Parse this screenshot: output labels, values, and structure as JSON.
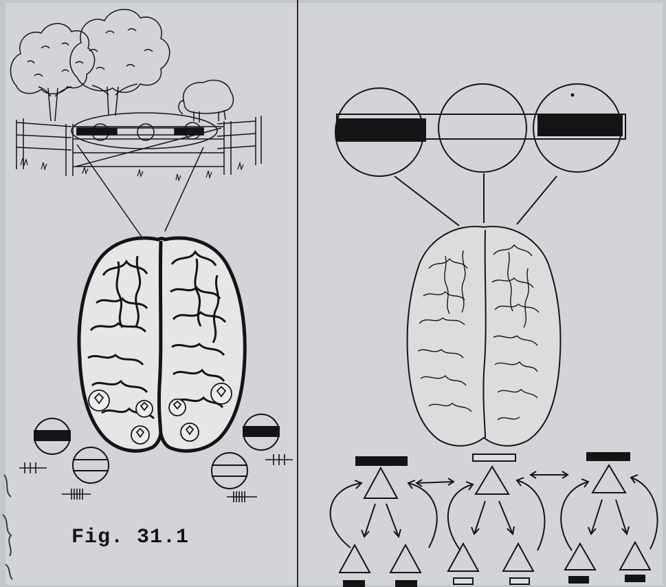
{
  "figure": {
    "label": "Fig. 31.1"
  },
  "colors": {
    "ink": "#141414",
    "paper": "#d2d4d8",
    "background": "#c3c6cb"
  },
  "left_panel": {
    "scene_elements": [
      "trees",
      "sheep",
      "wooden-gate",
      "bar-stimulus"
    ],
    "columns_shown": 5
  },
  "right_panel": {
    "receptive_fields": [
      "filled",
      "empty",
      "filled"
    ],
    "top_bars": [
      "filled",
      "open",
      "filled"
    ],
    "bottom_bars": [
      "filled",
      "filled",
      "open",
      "open",
      "filled",
      "filled"
    ]
  }
}
